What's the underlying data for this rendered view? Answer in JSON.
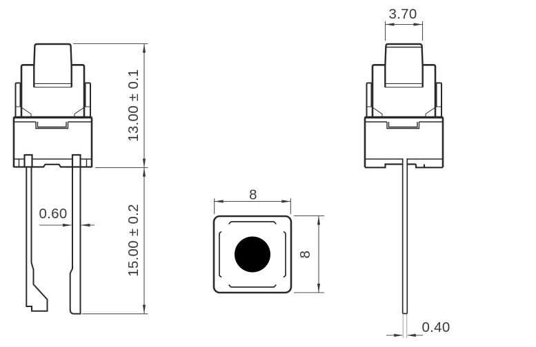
{
  "drawing": {
    "type": "technical-drawing",
    "component": "tact-switch-3-views",
    "colors": {
      "outline": "#2d292a",
      "dimension_lines": "#4f4f4f",
      "text": "#3a3a3a",
      "background": "#ffffff"
    },
    "front_view": {
      "labels": {
        "body_height": "13.00 ± 0.1",
        "pin_length": "15.00 ± 0.2",
        "pin_width": "0.60"
      }
    },
    "top_view": {
      "labels": {
        "width": "8",
        "depth": "8"
      }
    },
    "side_view": {
      "labels": {
        "stem_width": "3.70",
        "pin_thickness": "0.40"
      }
    }
  }
}
